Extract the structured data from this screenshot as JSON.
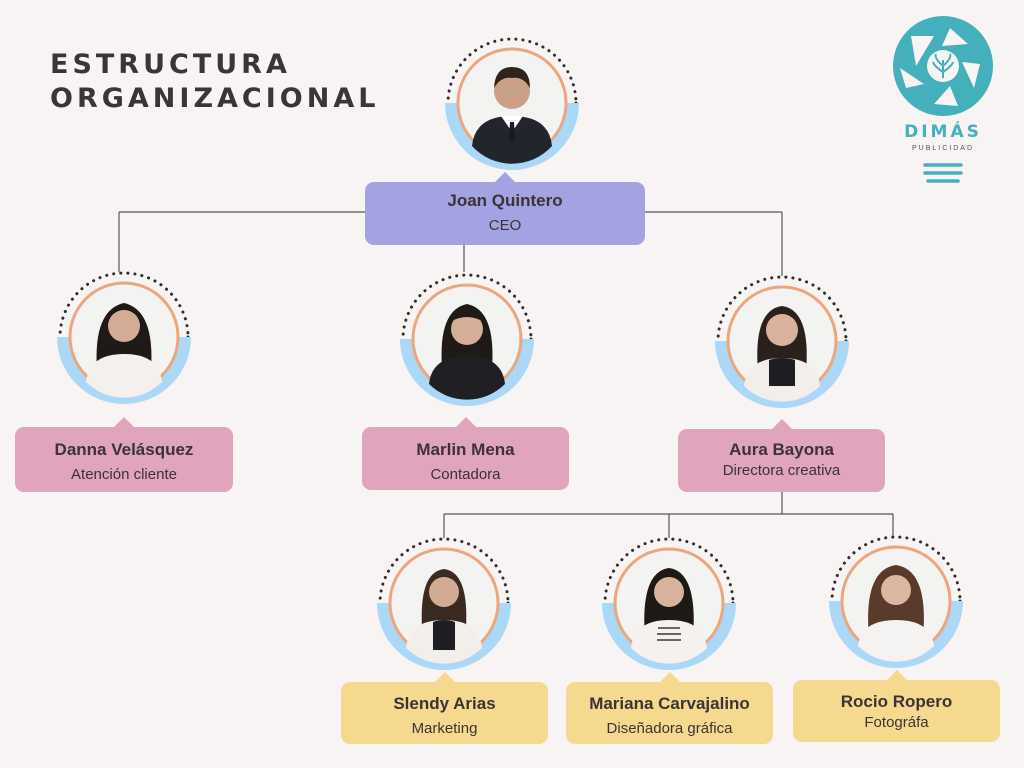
{
  "title": {
    "line1": "ESTRUCTURA",
    "line2": "ORGANIZACIONAL"
  },
  "logo": {
    "name": "DIMÁS",
    "subtitle": "PUBLICIDAD",
    "icon": "camera-aperture-icon"
  },
  "colors": {
    "ceo": "#a3a2e3",
    "manager": "#e0a4bc",
    "staff": "#f5d98e",
    "ring": "#aad8f6",
    "border": "#eca67e",
    "logo": "#43b0bc"
  },
  "ceo": {
    "name": "Joan Quintero",
    "role": "CEO"
  },
  "managers": [
    {
      "name": "Danna Velásquez",
      "role": "Atención cliente"
    },
    {
      "name": "Marlin Mena",
      "role": "Contadora"
    },
    {
      "name": "Aura Bayona",
      "role": "Directora creativa"
    }
  ],
  "staff": [
    {
      "name": "Slendy Arias",
      "role": "Marketing"
    },
    {
      "name": "Mariana Carvajalino",
      "role": "Diseñadora gráfica"
    },
    {
      "name": "Rocio Ropero",
      "role": "Fotográfa"
    }
  ]
}
